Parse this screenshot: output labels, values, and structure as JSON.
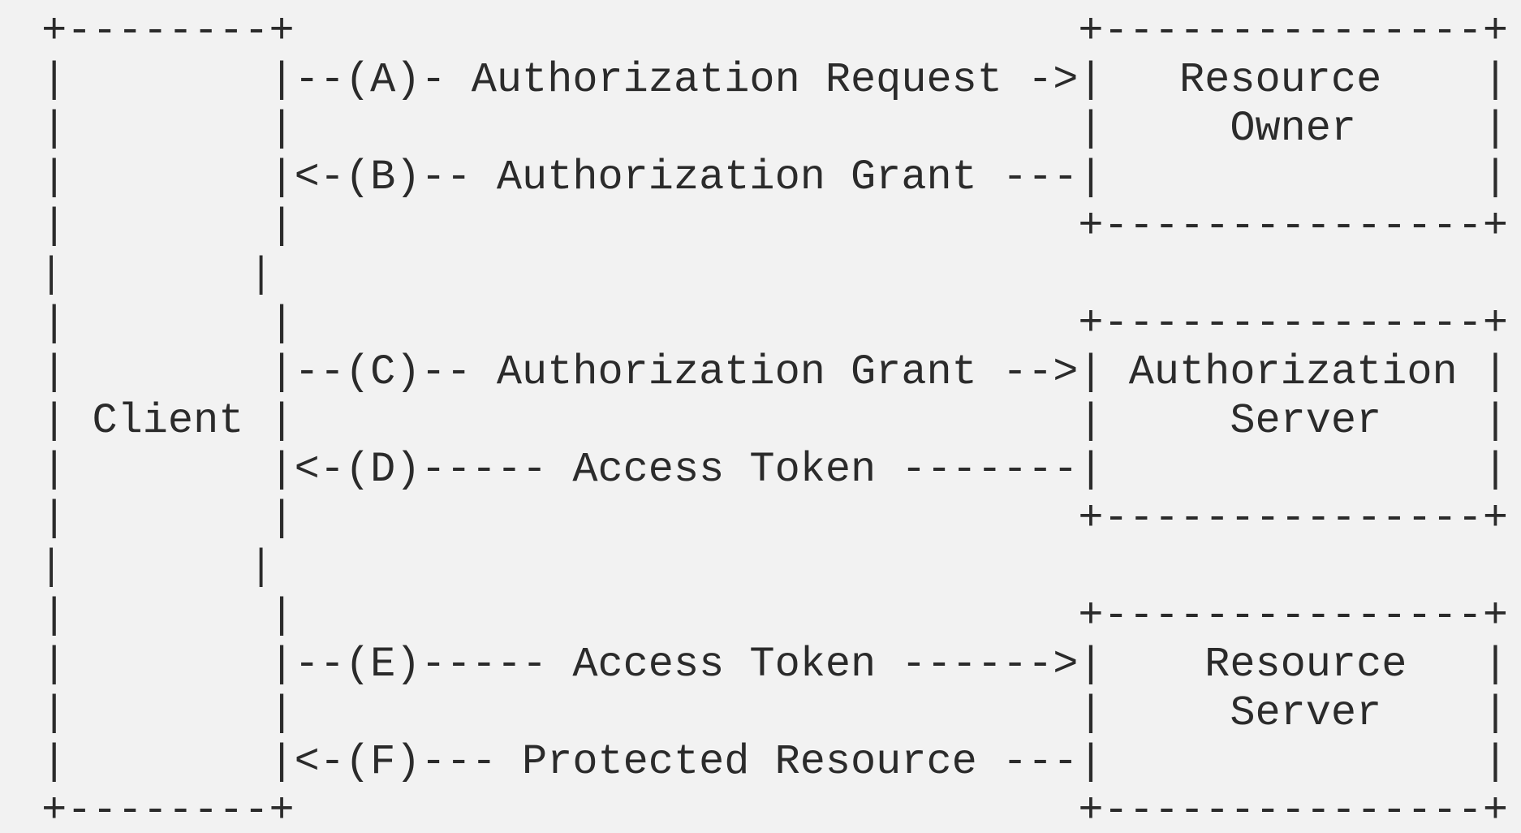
{
  "diagram": {
    "background": "#f2f2f2",
    "text_color": "#2b2b2b",
    "lines": [
      " +--------+                               +---------------+",
      " |        |--(A)- Authorization Request ->|   Resource    |",
      " |        |                               |     Owner     |",
      " |        |<-(B)-- Authorization Grant ---|               |",
      " |        |                               +---------------+",
      " |        |",
      " |        |                               +---------------+",
      " |        |--(C)-- Authorization Grant -->| Authorization |",
      " | Client |                               |     Server    |",
      " |        |<-(D)----- Access Token -------|               |",
      " |        |                               +---------------+",
      " |        |",
      " |        |                               +---------------+",
      " |        |--(E)----- Access Token ------>|    Resource   |",
      " |        |                               |     Server    |",
      " |        |<-(F)--- Protected Resource ---|               |",
      " +--------+                               +---------------+"
    ]
  }
}
